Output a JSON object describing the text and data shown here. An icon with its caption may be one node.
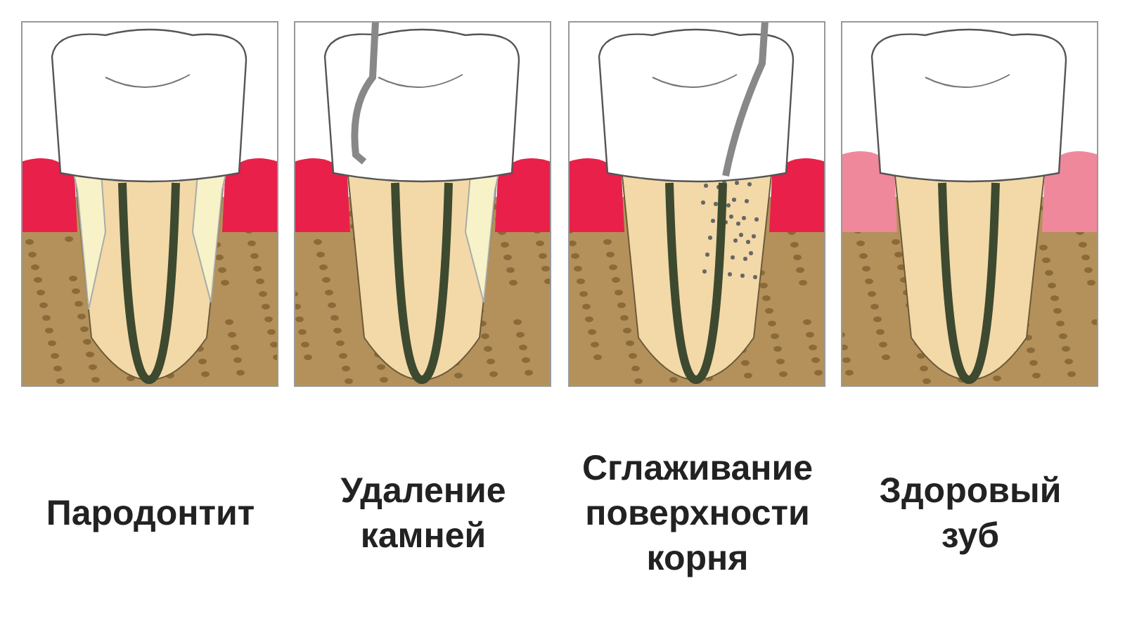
{
  "diagram": {
    "labels": [
      "Пародонтит",
      "Удаление камней",
      "Сглаживание поверхности корня",
      "Здоровый зуб"
    ]
  }
}
